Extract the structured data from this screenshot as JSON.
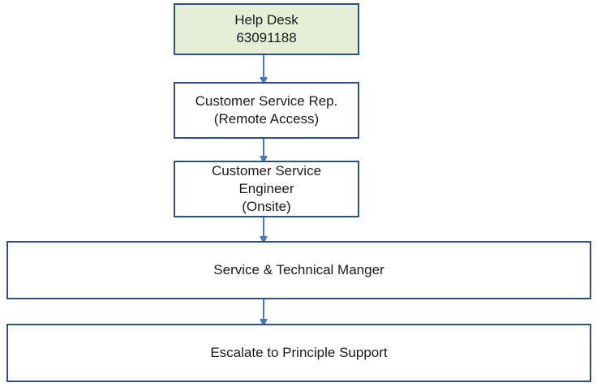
{
  "diagram": {
    "nodes": [
      {
        "id": "helpdesk",
        "lines": [
          "Help Desk",
          "63091188"
        ]
      },
      {
        "id": "csr",
        "lines": [
          "Customer Service Rep.",
          "(Remote Access)"
        ]
      },
      {
        "id": "cse",
        "lines": [
          "Customer Service",
          "Engineer",
          "(Onsite)"
        ]
      },
      {
        "id": "stm",
        "lines": [
          "Service & Technical Manger"
        ]
      },
      {
        "id": "esc",
        "lines": [
          "Escalate to Principle Support"
        ]
      }
    ],
    "edges": [
      {
        "from": "helpdesk",
        "to": "csr"
      },
      {
        "from": "csr",
        "to": "cse"
      },
      {
        "from": "cse",
        "to": "stm"
      },
      {
        "from": "stm",
        "to": "esc"
      }
    ],
    "colors": {
      "border": "#2f4f7f",
      "arrow": "#4a7ab8",
      "highlight_fill": "#e6eed7"
    }
  }
}
